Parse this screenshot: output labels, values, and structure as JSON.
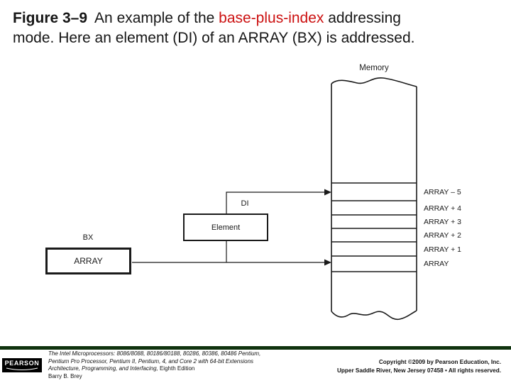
{
  "title": {
    "figure_label": "Figure 3–9",
    "line1_text": "An example of the ",
    "line1_highlight": "base-plus-index",
    "line1_tail": " addressing",
    "line2": "mode. Here an element (DI) of an ARRAY (BX) is addressed.",
    "highlight_color": "#cc1111"
  },
  "diagram": {
    "memory_label": "Memory",
    "di_label": "DI",
    "bx_label": "BX",
    "element_box_label": "Element",
    "array_box_label": "ARRAY",
    "memory_cells": [
      "ARRAY – 5",
      "ARRAY + 4",
      "ARRAY + 3",
      "ARRAY + 2",
      "ARRAY + 1",
      "ARRAY"
    ]
  },
  "footer": {
    "accent_bar_color": "#0f330e",
    "logo_text": "PEARSON",
    "citation_line1": "The Intel Microprocessors: 8086/8088, 80186/80188, 80286, 80386, 80486 Pentium,",
    "citation_line2": "Pentium Pro Processor, Pentium II, Pentium, 4, and Core 2 with 64-bit Extensions",
    "citation_line3_italic": "Architecture, Programming, and Interfacing,",
    "citation_line3_regular": " Eighth Edition",
    "citation_line4": "Barry B. Brey",
    "copyright_line1": "Copyright ©2009 by Pearson Education, Inc.",
    "copyright_line2": "Upper Saddle River, New Jersey 07458 • All rights reserved."
  }
}
